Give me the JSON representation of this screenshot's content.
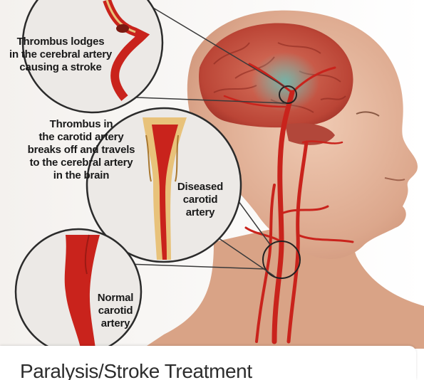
{
  "illustration": {
    "callouts": [
      {
        "lines": [
          "Thrombus lodges",
          "in the cerebral artery",
          "causing a stroke"
        ]
      },
      {
        "lines": [
          "Thrombus in",
          "the carotid artery",
          "breaks off and travels",
          "to the cerebral artery",
          "in the brain"
        ]
      },
      {
        "lines": [
          "Diseased",
          "carotid",
          "artery"
        ]
      },
      {
        "lines": [
          "Normal",
          "carotid",
          "artery"
        ]
      }
    ],
    "colors": {
      "artery": "#c9231c",
      "skin": "#e7b9a0",
      "brain": "#c44a3a",
      "stroke_region": "#7bbcb2",
      "inset_bg": "#ece9e6"
    }
  },
  "card": {
    "title": "Paralysis/Stroke Treatment"
  }
}
